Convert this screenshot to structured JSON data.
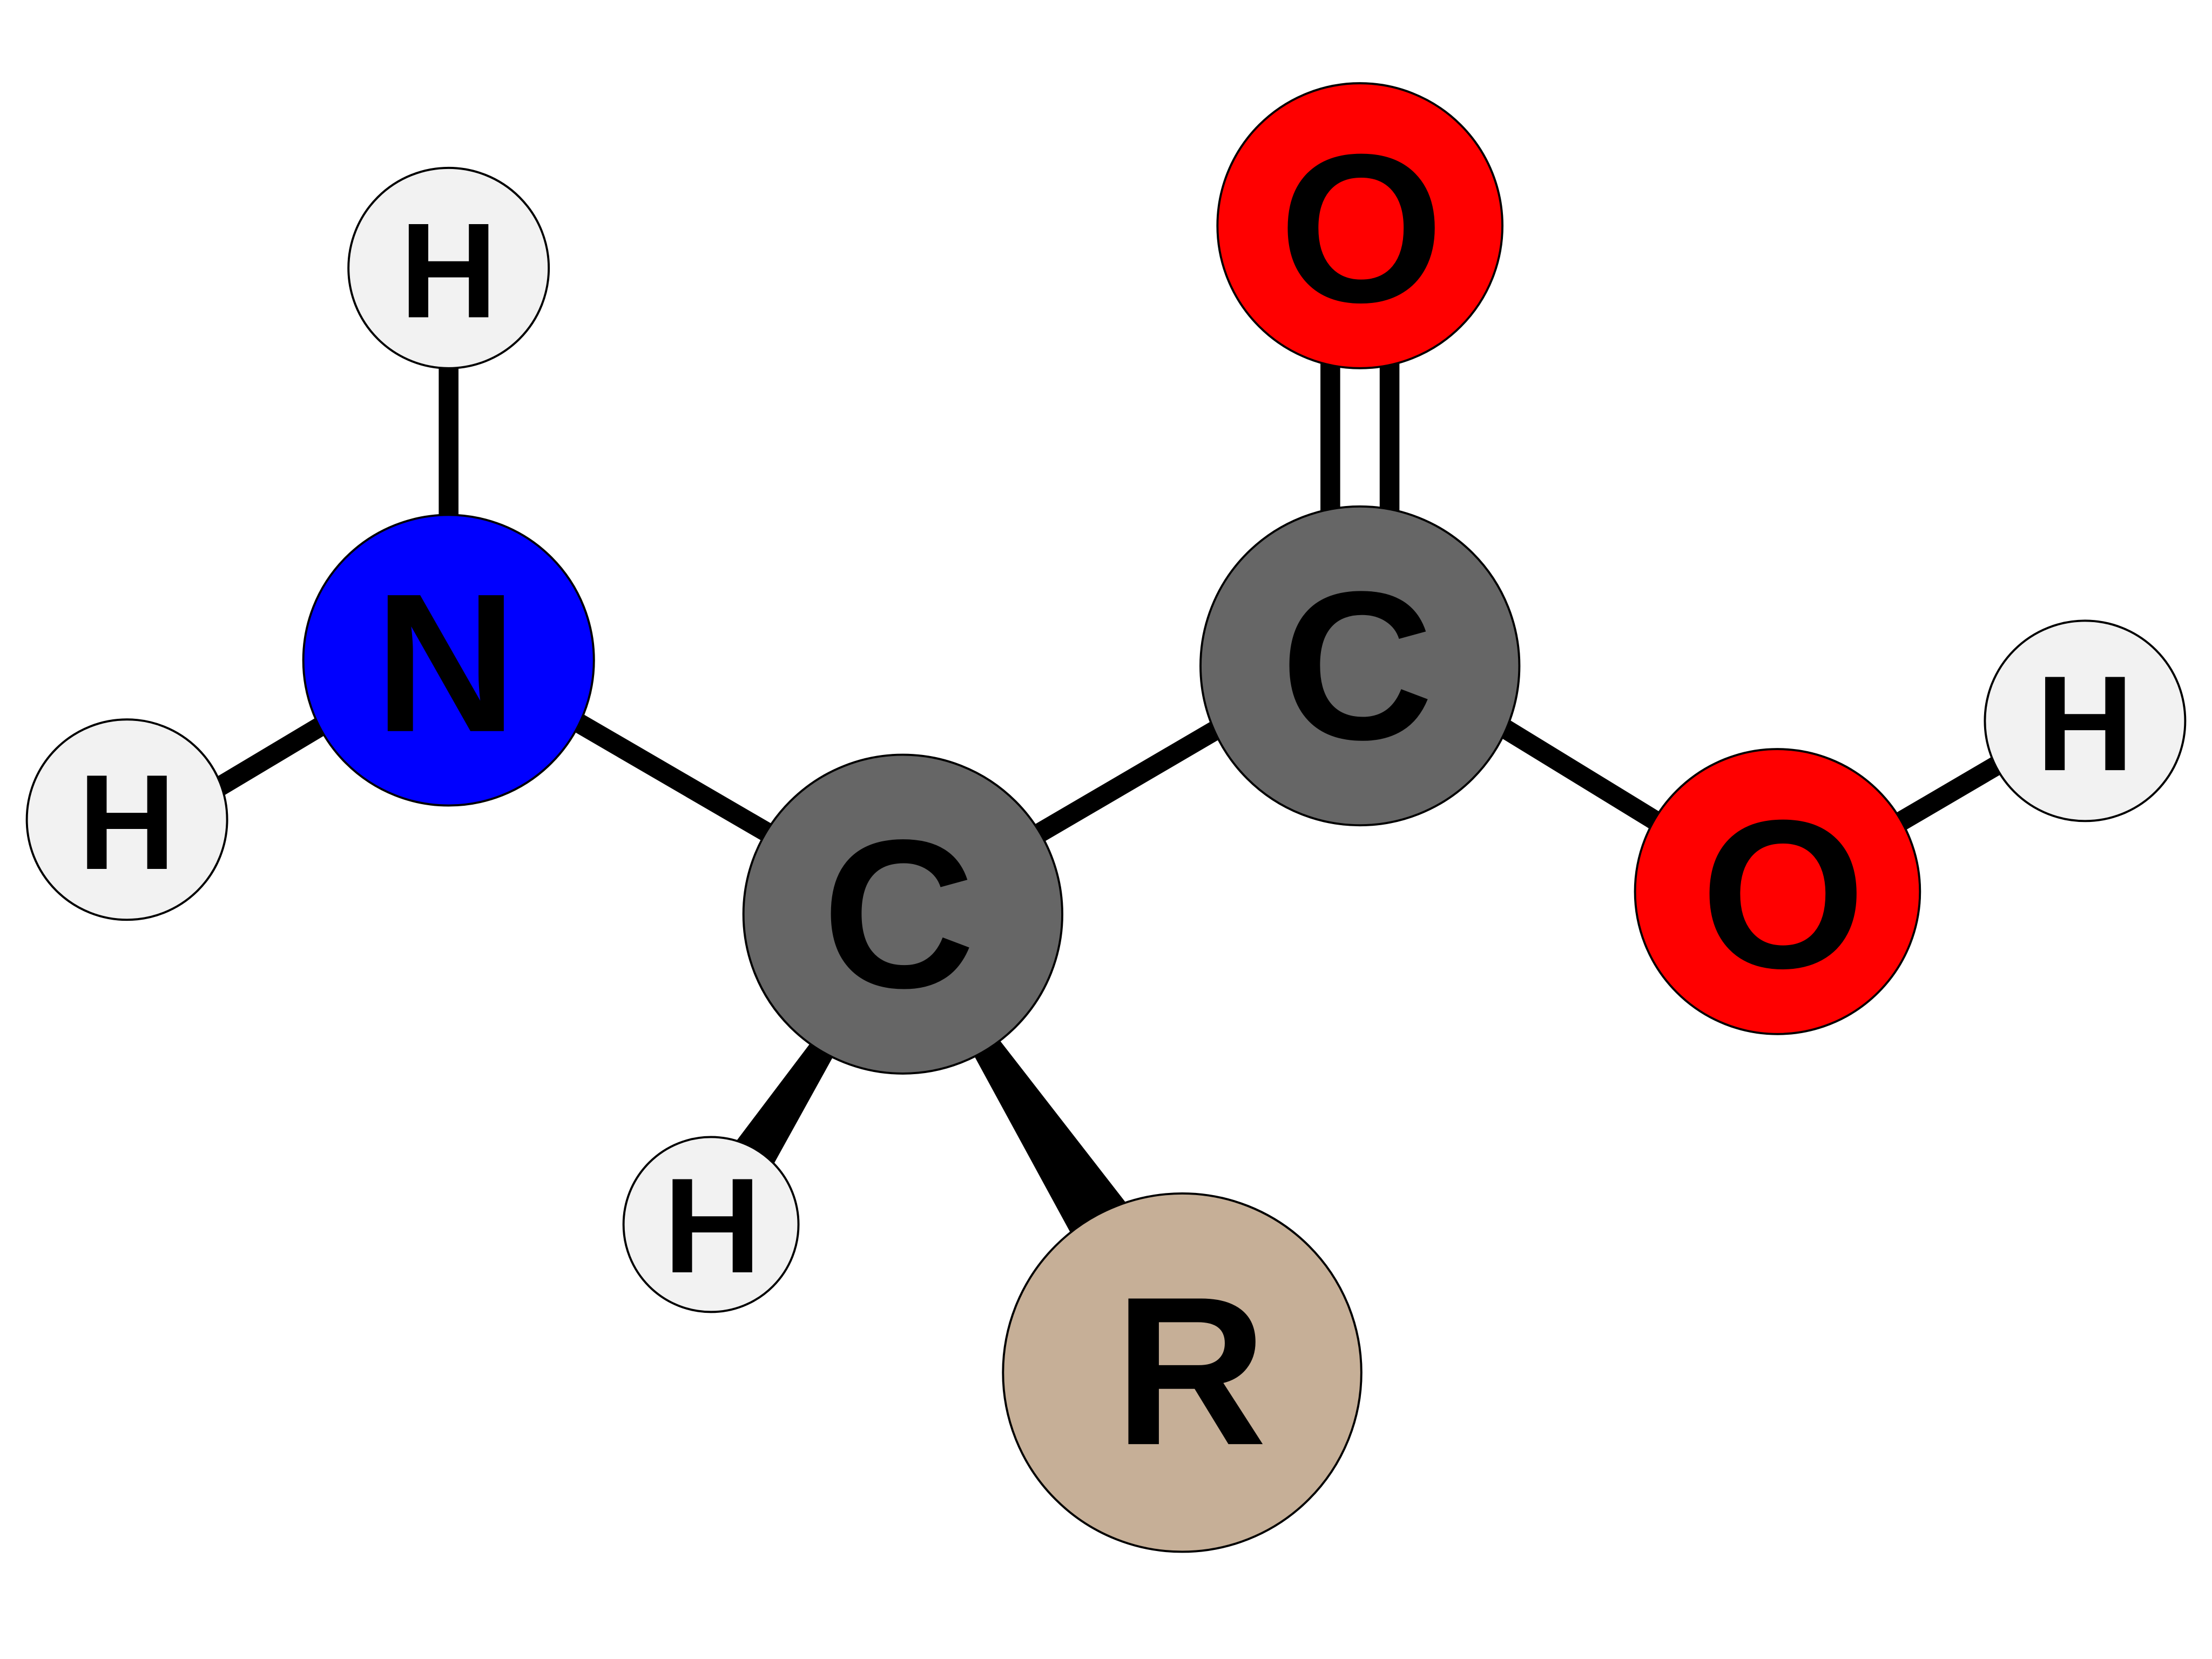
{
  "atoms": {
    "h_amine_top": {
      "label": "H",
      "color": "#f2f2f2"
    },
    "nitrogen": {
      "label": "N",
      "color": "#0000ff"
    },
    "h_amine_left": {
      "label": "H",
      "color": "#f2f2f2"
    },
    "c_alpha": {
      "label": "C",
      "color": "#666666"
    },
    "c_carboxyl": {
      "label": "C",
      "color": "#666666"
    },
    "o_double": {
      "label": "O",
      "color": "#ff0000"
    },
    "o_hydroxyl": {
      "label": "O",
      "color": "#ff0000"
    },
    "h_hydroxyl": {
      "label": "H",
      "color": "#f2f2f2"
    },
    "h_alpha": {
      "label": "H",
      "color": "#f2f2f2"
    },
    "r_group": {
      "label": "R",
      "color": "#c6af97"
    }
  }
}
